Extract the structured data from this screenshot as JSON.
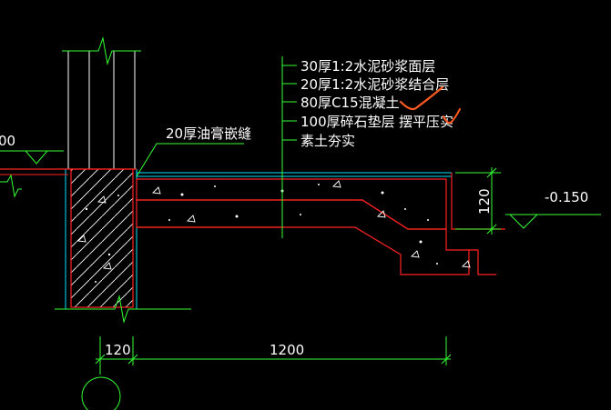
{
  "annotations": {
    "layers": [
      "30厚1:2水泥砂浆面层",
      "20厚1:2水泥砂浆结合层",
      "80厚C15混凝土",
      "100厚碎石垫层",
      "素土夯实"
    ],
    "handwritten_note": "摆平压实",
    "joint_label": "20厚油膏嵌缝"
  },
  "dimensions": {
    "wall_width": "120",
    "slab_length": "1200",
    "step_height": "120",
    "elevation_right": "-0.150",
    "elevation_left_partial": "00"
  },
  "colors": {
    "background": "#000000",
    "concrete_outline": "#ff2222",
    "wall_outline": "#00e5ff",
    "leader_lines": "#33ff33",
    "text": "#ffffff",
    "check_mark": "#ff5a1f"
  }
}
